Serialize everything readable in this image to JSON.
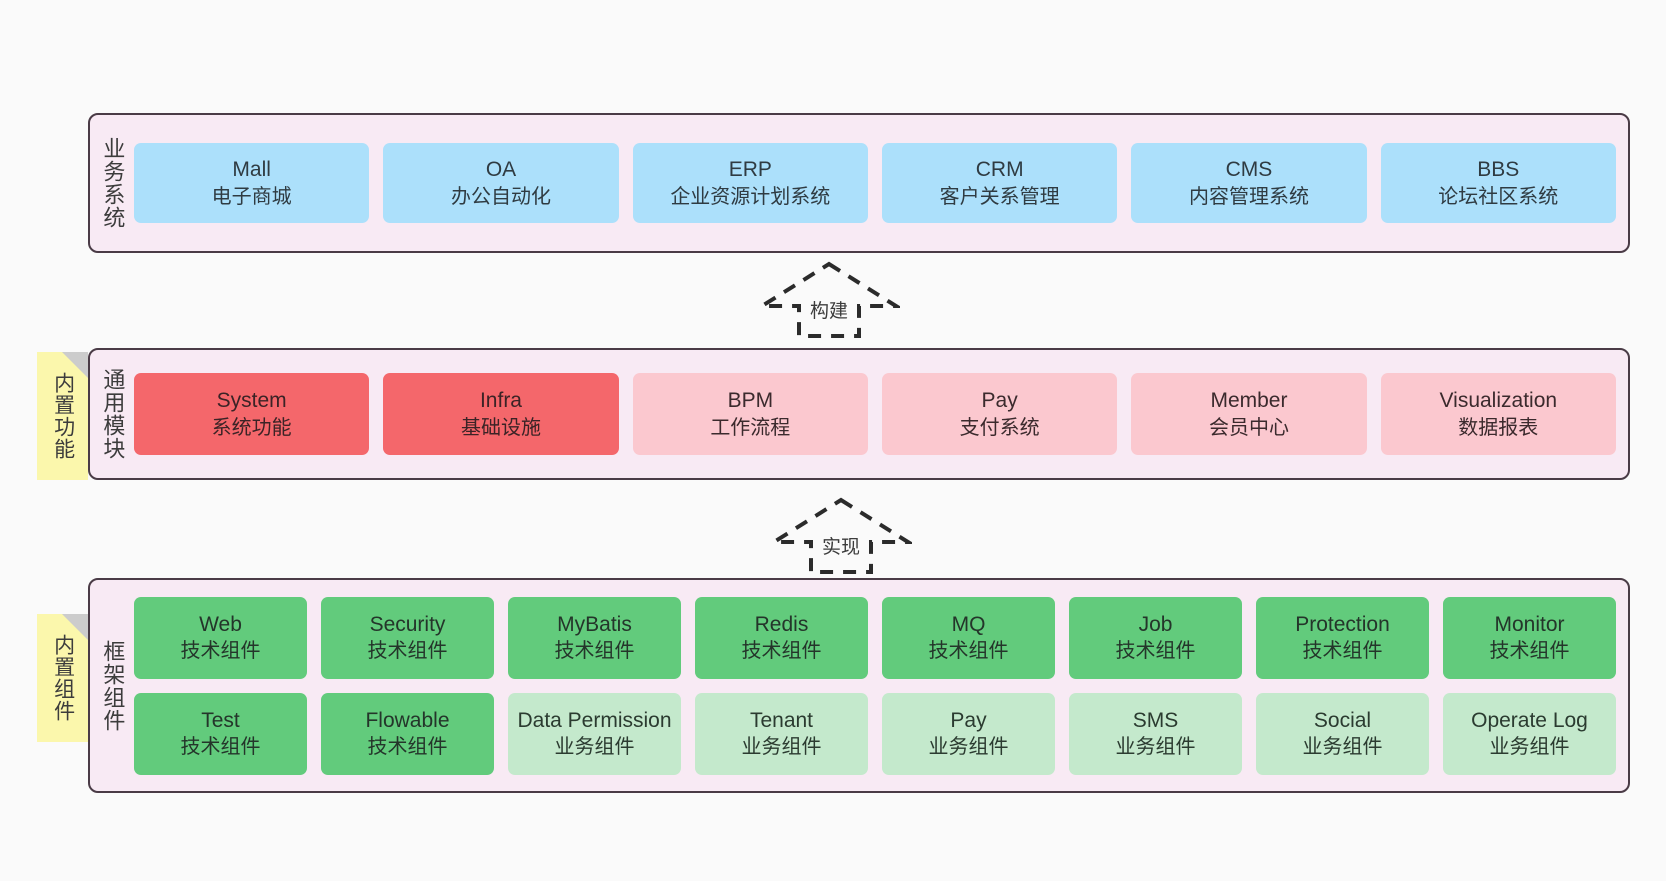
{
  "diagram": {
    "background_color": "#fafafa",
    "panel_bg_color": "#f8eaf4",
    "panel_border_color": "#4a3b46",
    "note_color": "#fbf7ac"
  },
  "business_layer": {
    "label": "业务系统",
    "box_color": "#ace0fb",
    "items": [
      {
        "name": "Mall",
        "desc": "电子商城"
      },
      {
        "name": "OA",
        "desc": "办公自动化"
      },
      {
        "name": "ERP",
        "desc": "企业资源计划系统"
      },
      {
        "name": "CRM",
        "desc": "客户关系管理"
      },
      {
        "name": "CMS",
        "desc": "内容管理系统"
      },
      {
        "name": "BBS",
        "desc": "论坛社区系统"
      }
    ]
  },
  "arrow_build": {
    "label": "构建"
  },
  "module_layer": {
    "label": "通用模块",
    "note": "内置功能",
    "strong_color": "#f4676b",
    "soft_color": "#fbc8cf",
    "items": [
      {
        "name": "System",
        "desc": "系统功能",
        "tone": "red"
      },
      {
        "name": "Infra",
        "desc": "基础设施",
        "tone": "red"
      },
      {
        "name": "BPM",
        "desc": "工作流程",
        "tone": "pink"
      },
      {
        "name": "Pay",
        "desc": "支付系统",
        "tone": "pink"
      },
      {
        "name": "Member",
        "desc": "会员中心",
        "tone": "pink"
      },
      {
        "name": "Visualization",
        "desc": "数据报表",
        "tone": "pink"
      }
    ]
  },
  "arrow_impl": {
    "label": "实现"
  },
  "framework_layer": {
    "label": "框架组件",
    "note": "内置组件",
    "tech_color": "#62cb7c",
    "biz_color": "#c4e9cc",
    "row_tech": [
      {
        "name": "Web",
        "desc": "技术组件",
        "tone": "green"
      },
      {
        "name": "Security",
        "desc": "技术组件",
        "tone": "green"
      },
      {
        "name": "MyBatis",
        "desc": "技术组件",
        "tone": "green"
      },
      {
        "name": "Redis",
        "desc": "技术组件",
        "tone": "green"
      },
      {
        "name": "MQ",
        "desc": "技术组件",
        "tone": "green"
      },
      {
        "name": "Job",
        "desc": "技术组件",
        "tone": "green"
      },
      {
        "name": "Protection",
        "desc": "技术组件",
        "tone": "green"
      },
      {
        "name": "Monitor",
        "desc": "技术组件",
        "tone": "green"
      }
    ],
    "row_biz": [
      {
        "name": "Test",
        "desc": "技术组件",
        "tone": "green"
      },
      {
        "name": "Flowable",
        "desc": "技术组件",
        "tone": "green"
      },
      {
        "name": "Data Permission",
        "desc": "业务组件",
        "tone": "lgreen"
      },
      {
        "name": "Tenant",
        "desc": "业务组件",
        "tone": "lgreen"
      },
      {
        "name": "Pay",
        "desc": "业务组件",
        "tone": "lgreen"
      },
      {
        "name": "SMS",
        "desc": "业务组件",
        "tone": "lgreen"
      },
      {
        "name": "Social",
        "desc": "业务组件",
        "tone": "lgreen"
      },
      {
        "name": "Operate Log",
        "desc": "业务组件",
        "tone": "lgreen"
      }
    ]
  }
}
